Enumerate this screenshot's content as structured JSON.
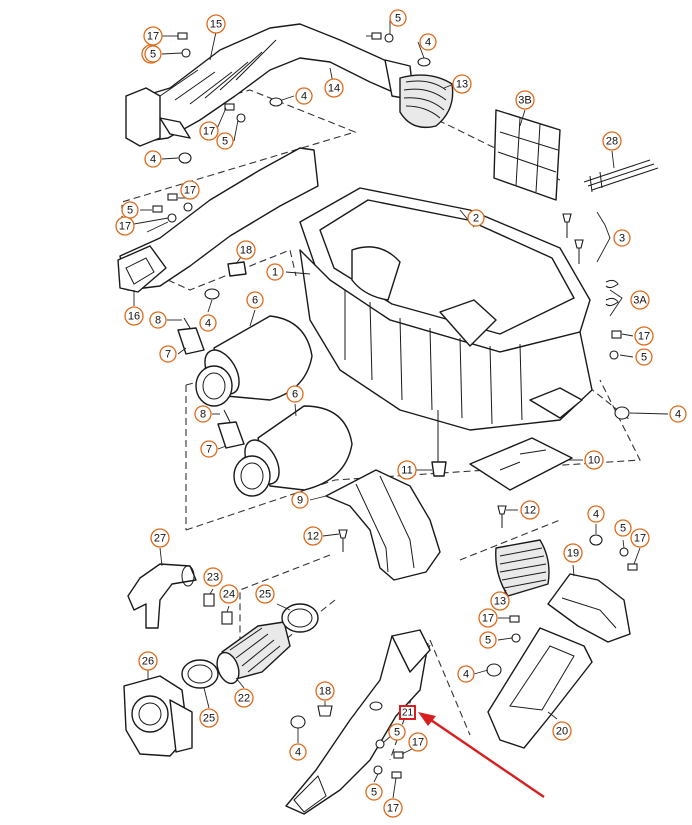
{
  "colors": {
    "callout_ring": "#e06a1a",
    "highlight": "#d81e1e",
    "line": "#1a1a1a"
  },
  "callouts": [
    {
      "id": "c-17a",
      "label": "17"
    },
    {
      "id": "c-15",
      "label": "15"
    },
    {
      "id": "c-17b",
      "label": "17"
    },
    {
      "id": "c-5a",
      "label": "5"
    },
    {
      "id": "c-5b",
      "label": "5"
    },
    {
      "id": "c-4a",
      "label": "4"
    },
    {
      "id": "c-13a",
      "label": "13"
    },
    {
      "id": "c-14",
      "label": "14"
    },
    {
      "id": "c-4b",
      "label": "4"
    },
    {
      "id": "c-17c",
      "label": "17"
    },
    {
      "id": "c-5c",
      "label": "5"
    },
    {
      "id": "c-4c",
      "label": "4"
    },
    {
      "id": "c-3b",
      "label": "3B"
    },
    {
      "id": "c-28",
      "label": "28"
    },
    {
      "id": "c-17d",
      "label": "17"
    },
    {
      "id": "c-5d",
      "label": "5"
    },
    {
      "id": "c-17e",
      "label": "17"
    },
    {
      "id": "c-2",
      "label": "2"
    },
    {
      "id": "c-3",
      "label": "3"
    },
    {
      "id": "c-18a",
      "label": "18"
    },
    {
      "id": "c-1",
      "label": "1"
    },
    {
      "id": "c-3a",
      "label": "3A"
    },
    {
      "id": "c-6a",
      "label": "6"
    },
    {
      "id": "c-16",
      "label": "16"
    },
    {
      "id": "c-8a",
      "label": "8"
    },
    {
      "id": "c-4d",
      "label": "4"
    },
    {
      "id": "c-17f",
      "label": "17"
    },
    {
      "id": "c-7a",
      "label": "7"
    },
    {
      "id": "c-5e",
      "label": "5"
    },
    {
      "id": "c-6b",
      "label": "6"
    },
    {
      "id": "c-4e",
      "label": "4"
    },
    {
      "id": "c-8b",
      "label": "8"
    },
    {
      "id": "c-7b",
      "label": "7"
    },
    {
      "id": "c-10",
      "label": "10"
    },
    {
      "id": "c-11",
      "label": "11"
    },
    {
      "id": "c-9",
      "label": "9"
    },
    {
      "id": "c-12a",
      "label": "12"
    },
    {
      "id": "c-12b",
      "label": "12"
    },
    {
      "id": "c-4f",
      "label": "4"
    },
    {
      "id": "c-5f",
      "label": "5"
    },
    {
      "id": "c-17g",
      "label": "17"
    },
    {
      "id": "c-27",
      "label": "27"
    },
    {
      "id": "c-19",
      "label": "19"
    },
    {
      "id": "c-23",
      "label": "23"
    },
    {
      "id": "c-24",
      "label": "24"
    },
    {
      "id": "c-25a",
      "label": "25"
    },
    {
      "id": "c-13b",
      "label": "13"
    },
    {
      "id": "c-17h",
      "label": "17"
    },
    {
      "id": "c-5g",
      "label": "5"
    },
    {
      "id": "c-26",
      "label": "26"
    },
    {
      "id": "c-4g",
      "label": "4"
    },
    {
      "id": "c-22",
      "label": "22"
    },
    {
      "id": "c-18b",
      "label": "18"
    },
    {
      "id": "c-25b",
      "label": "25"
    },
    {
      "id": "c-20",
      "label": "20"
    },
    {
      "id": "c-4h",
      "label": "4"
    },
    {
      "id": "c-5h",
      "label": "5"
    },
    {
      "id": "c-17i",
      "label": "17"
    },
    {
      "id": "c-5i",
      "label": "5"
    },
    {
      "id": "c-17j",
      "label": "17"
    }
  ],
  "highlighted_callout": {
    "label": "21"
  }
}
